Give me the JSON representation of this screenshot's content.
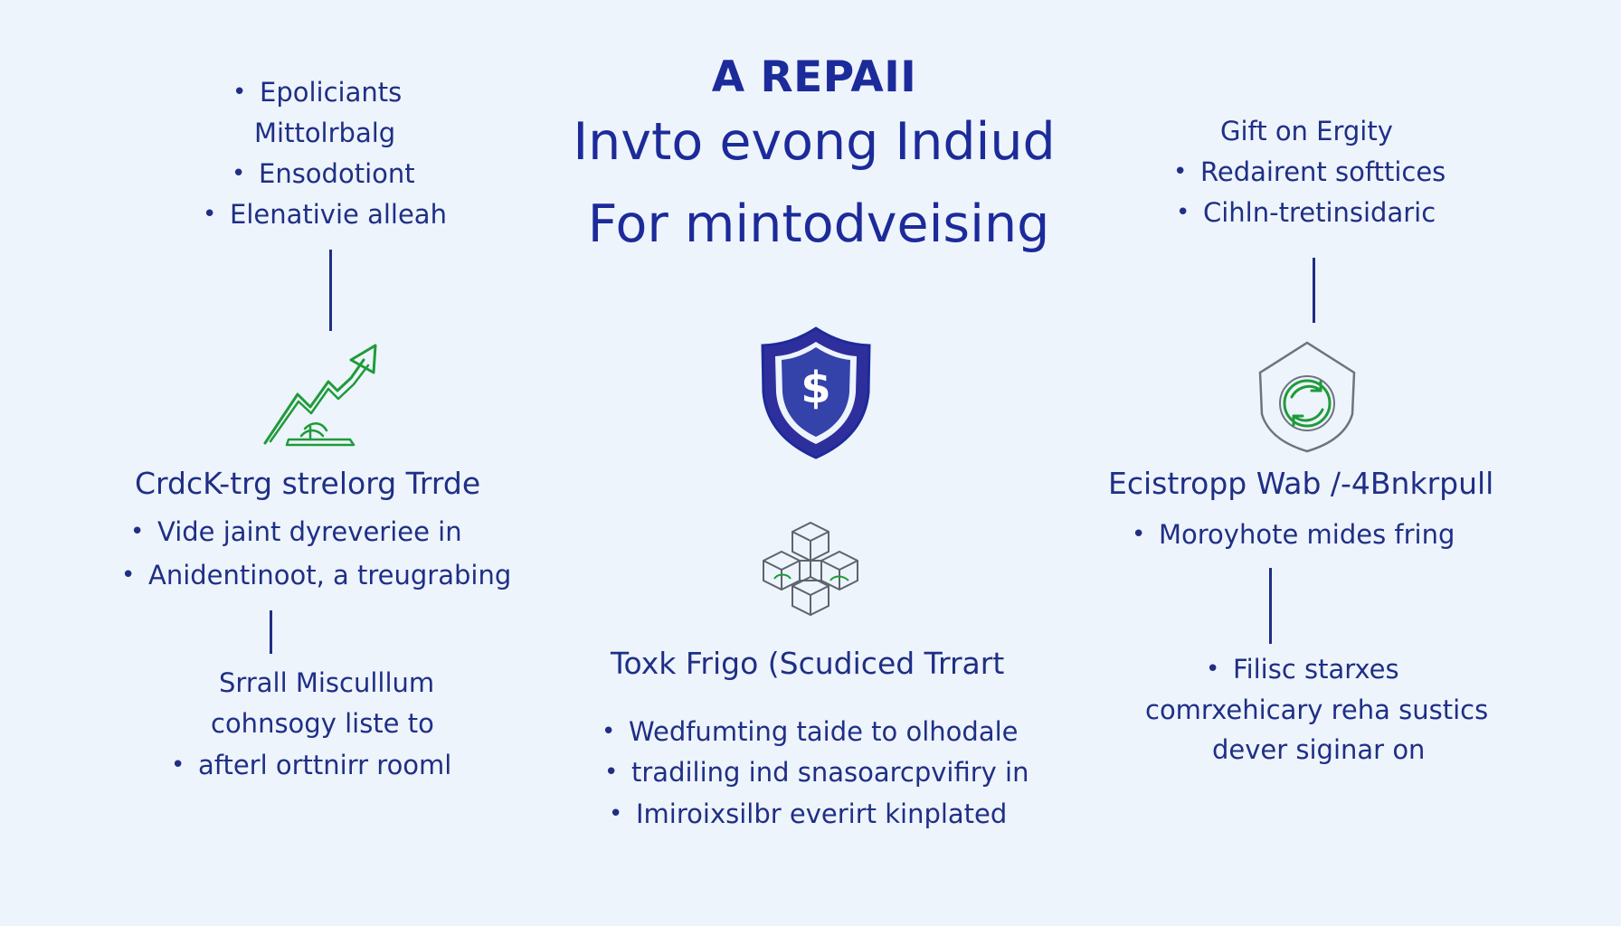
{
  "header": {
    "title_small": "A REPAII",
    "title_line1": "Invto evong Indiud",
    "title_line2": "For mintodveising"
  },
  "left_top": {
    "items": [
      "Epolicіants",
      "Mittolrbalg",
      "Ensodotiont",
      "Elenativie alleah"
    ]
  },
  "left_mid": {
    "icon": "trend-up-icon",
    "title": "CrdcK-trg strelorg Trrde",
    "items": [
      "Vide jaint dyreverіee in",
      "Anidentinoot, a treugrabing"
    ]
  },
  "left_bottom": {
    "lines": [
      "Srrall Misculllum",
      "cohnsogy liste to",
      "afterl orttnirr rooml"
    ]
  },
  "center": {
    "shield_icon": "shield-dollar-icon",
    "shield_symbol": "$",
    "blocks_icon": "blocks-icon",
    "title": "Toxk Frigo (Scudiced Trrart",
    "items": [
      "Wedfumting taide to olhodale",
      "tradiling ind snasoarcpvifiry in",
      "Imiroixsilbr everirt kinplated"
    ]
  },
  "right_top": {
    "lines": [
      "Gift on Ergity",
      "Redairent softtices",
      "Cihln-tretinsidaric"
    ]
  },
  "right_mid": {
    "icon": "shield-refresh-icon",
    "title": "Ecistropp Wab /-4Bnkrpull",
    "items": [
      "Moroyhote mides fring"
    ]
  },
  "right_bottom": {
    "lines": [
      "Filisc starxes",
      "comrxehicary reha sustics",
      "dever siginar on"
    ]
  },
  "colors": {
    "background": "#eef4fb",
    "primary": "#1c2b9a",
    "text": "#1f2f86",
    "green": "#1f9b3a",
    "gray_icon": "#6d7480"
  }
}
